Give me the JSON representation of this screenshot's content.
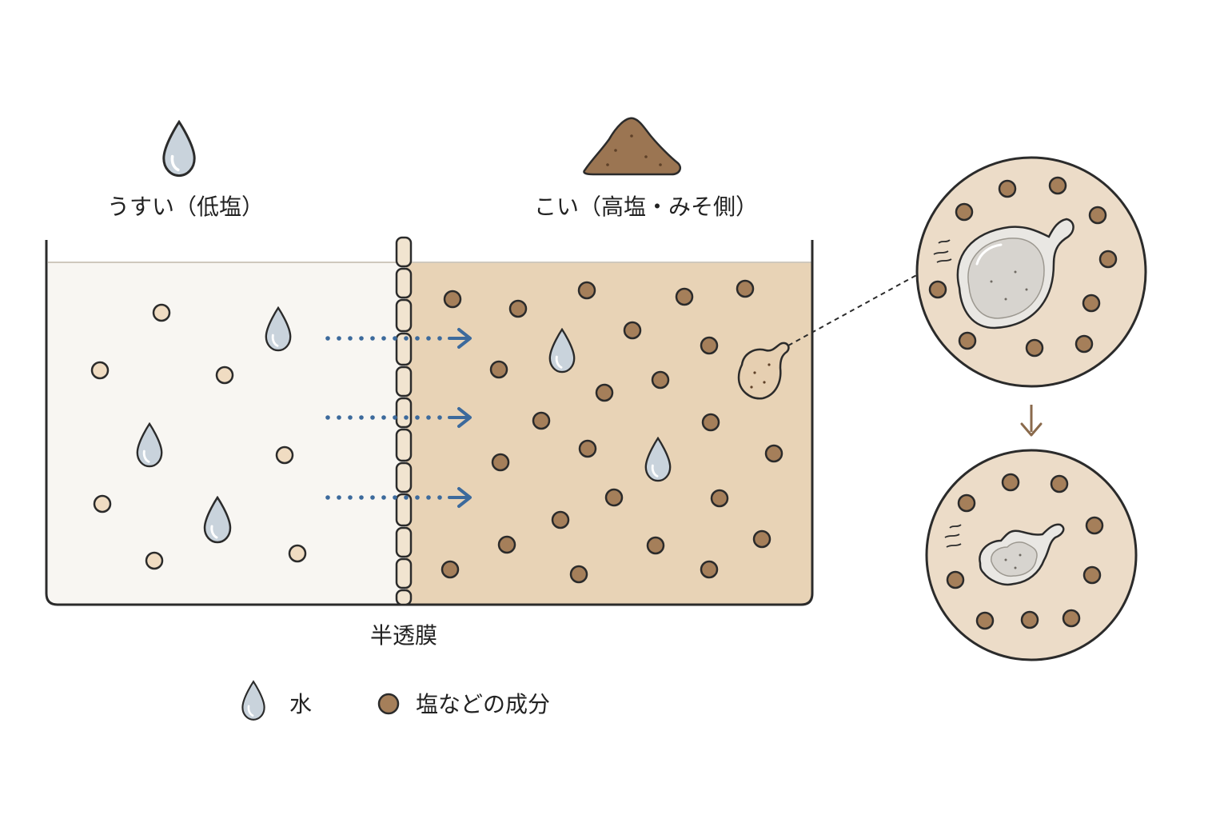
{
  "labels": {
    "low_side": "うすい（低塩）",
    "high_side": "こい（高塩・みそ側）",
    "membrane": "半透膜"
  },
  "legend": {
    "water": "水",
    "salt": "塩などの成分"
  },
  "colors": {
    "low_fill": "#f8f6f2",
    "high_fill": "#e8d3b6",
    "container_stroke": "#2b2b2b",
    "salt_particle": "#a57f5a",
    "salt_particle_light": "#f0dcc2",
    "water_drop": "#c9d3dc",
    "arrow": "#3c6a9c",
    "miso": "#9b7552",
    "zoom_bg": "#ecdcc8",
    "down_arrow": "#8a6a4c"
  },
  "icons": {
    "water": "water-drop-icon",
    "salt": "salt-particle-icon",
    "miso": "miso-pile-icon",
    "flow_arrow": "dotted-arrow-icon",
    "transition_arrow": "down-arrow-icon"
  }
}
